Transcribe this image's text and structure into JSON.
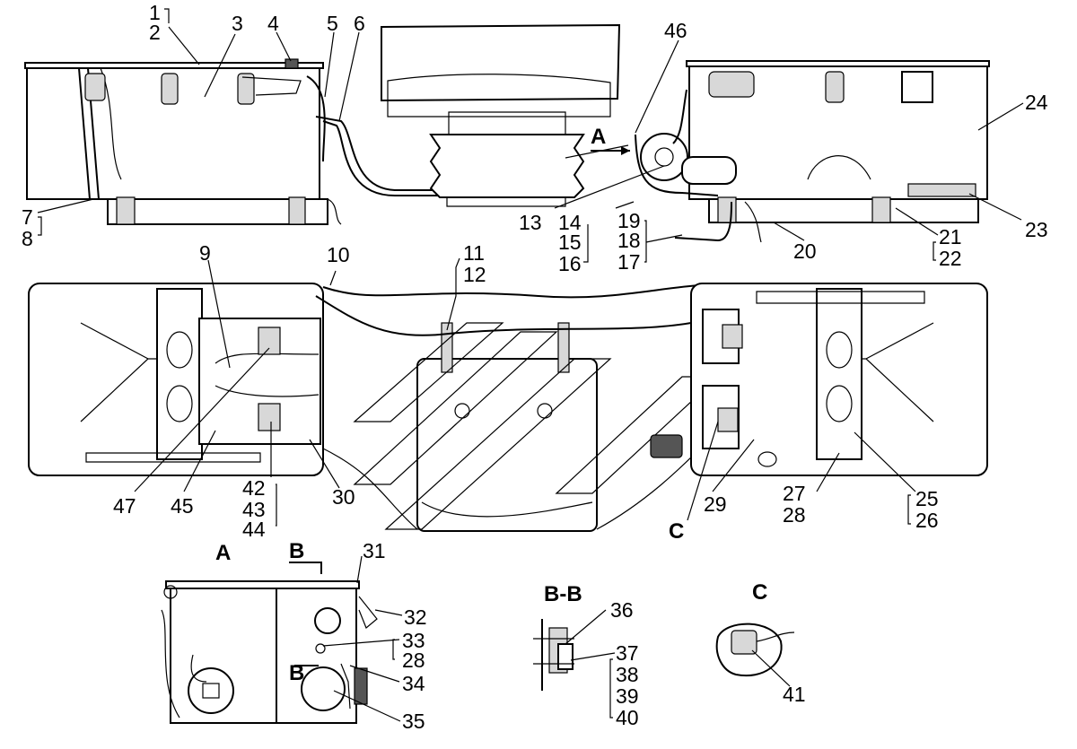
{
  "callouts": {
    "top_left": [
      "1",
      "2",
      "3",
      "4",
      "5",
      "6",
      "7",
      "8"
    ],
    "top_right": [
      "46",
      "24",
      "23",
      "13",
      "14",
      "15",
      "16",
      "19",
      "18",
      "17",
      "20",
      "21",
      "22"
    ],
    "plan": [
      "9",
      "10",
      "11",
      "12",
      "47",
      "45",
      "42",
      "43",
      "44",
      "30",
      "29",
      "27",
      "28",
      "25",
      "26"
    ],
    "view_a": [
      "31",
      "32",
      "33",
      "28",
      "34",
      "35"
    ],
    "section_bb": [
      "36",
      "37",
      "38",
      "39",
      "40"
    ],
    "view_c": [
      "41"
    ]
  },
  "markers": {
    "A": "A",
    "B": "B",
    "C": "C",
    "view_a_title": "A",
    "section_marker": "B",
    "section_title": "B-B",
    "view_c_title": "C"
  },
  "colors": {
    "line": "#000000",
    "background": "#ffffff",
    "shade": "#d8d8d8"
  }
}
